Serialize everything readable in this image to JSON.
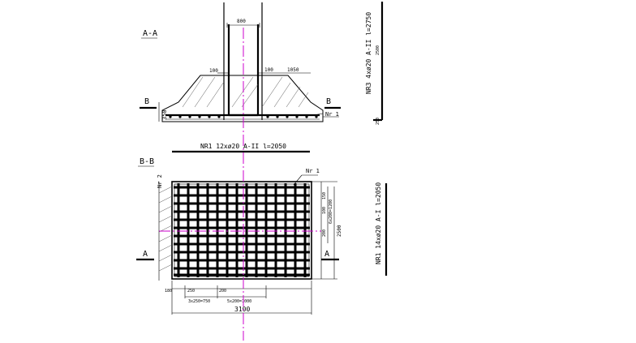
{
  "section_a": {
    "title": "A-A",
    "label_b_left": "B",
    "label_b_right": "B",
    "dim_column_width": "800",
    "dim_100_left": "100",
    "dim_100_right": "100",
    "dim_1050": "1050",
    "dim_350": "350",
    "mark_nr1": "Nr 1"
  },
  "callouts": {
    "nr3_bar": "NR3 4xø20 A-II l=2750",
    "nr3_len_top": "2500",
    "nr3_len_bottom": "250",
    "nr1_bar": "NR1 12xø20 A-II l=2050",
    "nr1_bar_vertical": "NR1 14xø20 A-I l=2050"
  },
  "section_b": {
    "title": "B-B",
    "label_a_left": "A",
    "label_a_right": "A",
    "mark_nr1": "Nr 1",
    "mark_nr2": "Nr 2",
    "dim_150": "150",
    "dim_100": "100",
    "dim_6x200": "6x200=1200",
    "dim_200_side": "200",
    "dim_2500": "2500",
    "dim_180": "180",
    "dim_250": "250",
    "dim_200": "200",
    "dim_3x250": "3x250=750",
    "dim_5x200": "5x200=1000",
    "dim_3100": "3100"
  },
  "colors": {
    "line": "#000000",
    "axis": "#cc00cc",
    "hatch": "#555555",
    "background": "#ffffff"
  }
}
